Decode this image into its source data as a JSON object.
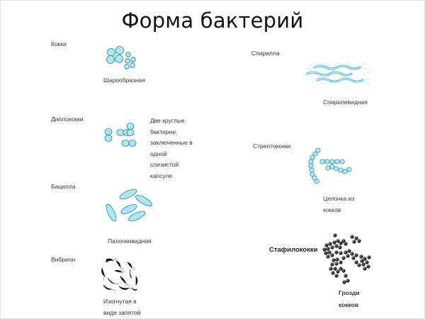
{
  "slide": {
    "title": "Форма бактерий",
    "colors": {
      "bacteria_fill": "#aee8f2",
      "bacteria_stroke": "#2a7f9c",
      "staph_fill": "#2b2b2b"
    }
  },
  "types": {
    "cocci": {
      "name": "Кокки",
      "description": "Шарообразная",
      "icon": "sphere-cluster-icon"
    },
    "diplococci": {
      "name": "Диплококки",
      "description_lines": [
        "Две круглые",
        "бактерии,",
        "заключенные в",
        "одной",
        "слизистой",
        "капсуле"
      ],
      "icon": "paired-cocci-icon"
    },
    "bacillus": {
      "name": "Бацилла",
      "description": "Палочковидная",
      "icon": "rod-icon"
    },
    "vibrio": {
      "name": "Вибрион",
      "description_lines": [
        "Изогнутая в",
        "виде запятой"
      ],
      "icon": "comma-bacteria-icon"
    },
    "spirilla": {
      "name": "Спирилла",
      "description": "Спиралевидная",
      "icon": "spiral-icon"
    },
    "streptococci": {
      "name": "Стрептококки",
      "description_lines": [
        "Цепочка из",
        "кокков"
      ],
      "icon": "chain-cocci-icon"
    },
    "staphylococci": {
      "name": "Стафилококки",
      "description_lines": [
        "Грозди",
        "кокков"
      ],
      "icon": "grape-cluster-icon"
    }
  }
}
